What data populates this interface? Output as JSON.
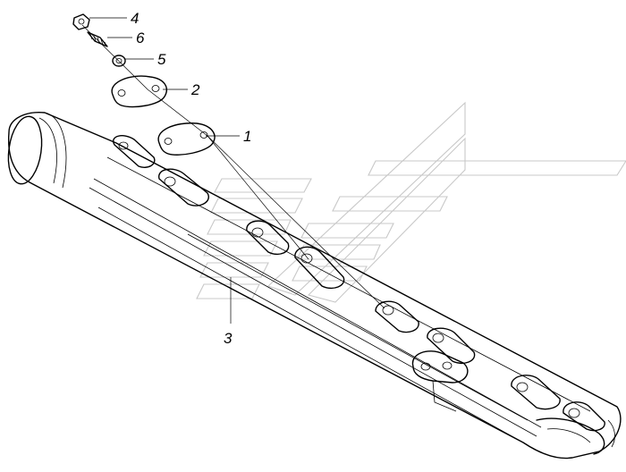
{
  "diagram": {
    "callouts": [
      {
        "id": "c4",
        "label": "4"
      },
      {
        "id": "c6",
        "label": "6"
      },
      {
        "id": "c5",
        "label": "5"
      },
      {
        "id": "c2",
        "label": "2"
      },
      {
        "id": "c1",
        "label": "1"
      },
      {
        "id": "c3",
        "label": "3"
      }
    ]
  },
  "colors": {
    "line": "#000000",
    "watermark": "#c8c8c8",
    "background": "#ffffff"
  }
}
